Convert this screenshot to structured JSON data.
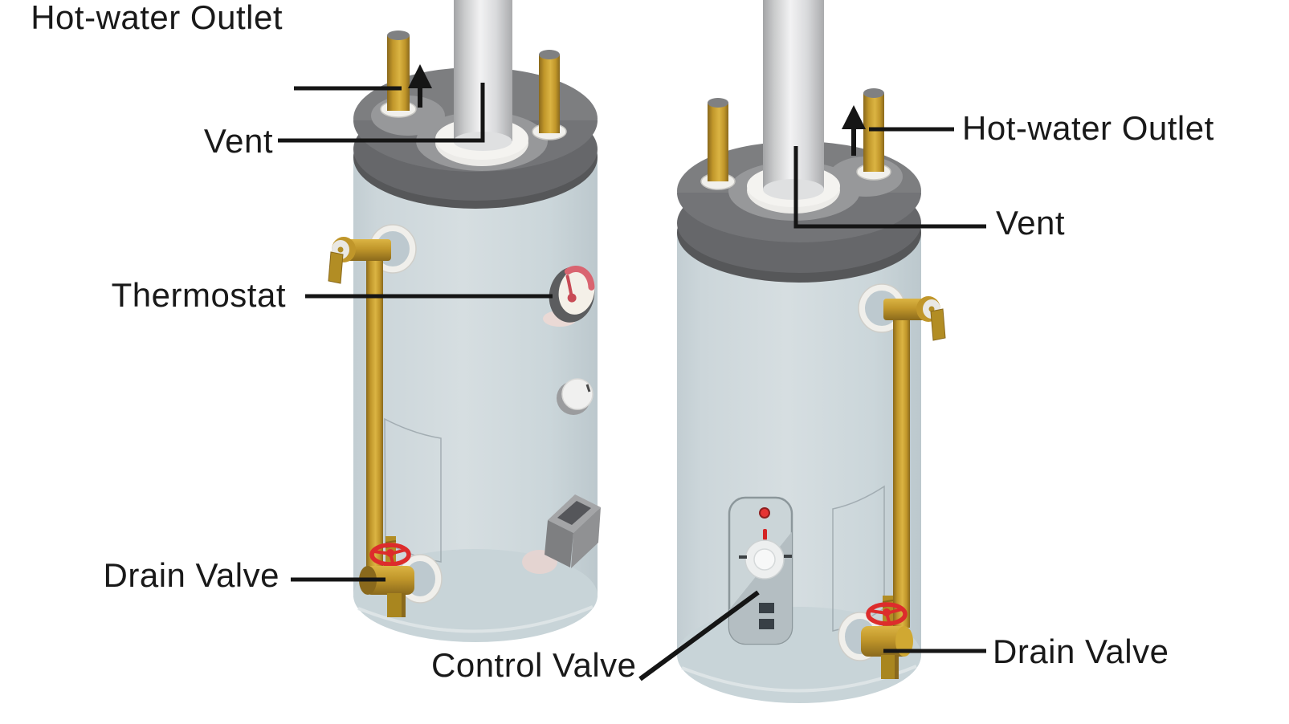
{
  "diagram": {
    "background_color": "#ffffff",
    "leader_line_color": "#151515",
    "label_text_color": "#191919",
    "left_heater": {
      "labels": {
        "hot_water_outlet": "Hot-water Outlet",
        "vent": "Vent",
        "thermostat": "Thermostat",
        "drain_valve": "Drain Valve"
      }
    },
    "right_heater": {
      "labels": {
        "hot_water_outlet": "Hot-water Outlet",
        "vent": "Vent",
        "control_valve": "Control Valve",
        "drain_valve": "Drain Valve"
      }
    },
    "colors": {
      "tank_body": "#cfd9dc",
      "tank_cap": "#7d7e80",
      "brass_pipe": "#c0962a",
      "vent_pipe": "#e8e9ea",
      "valve_wheel_red": "#dd2c2c",
      "gauge_face": "#f4f0e8"
    }
  }
}
